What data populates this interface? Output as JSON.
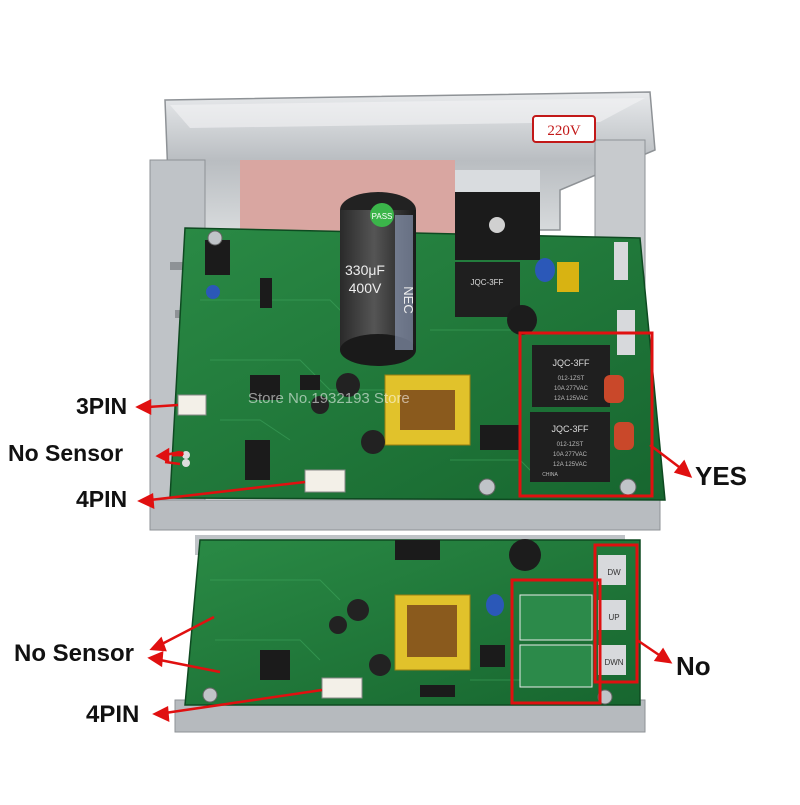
{
  "labels": {
    "pin3_top": "3PIN",
    "no_sensor_top": "No Sensor",
    "pin4_top": "4PIN",
    "yes": "YES",
    "no_sensor_bottom": "No Sensor",
    "pin4_bottom": "4PIN",
    "no": "No"
  },
  "board_markings": {
    "voltage_label": "220V",
    "capacitor_value": "330μF",
    "capacitor_voltage": "400V",
    "capacitor_brand": "NEC",
    "pass_sticker": "PASS",
    "relay_model": "JQC-3FF",
    "relay_spec_1": "012-1ZST",
    "relay_spec_2": "10A 277VAC",
    "relay_spec_3": "12A 125VAC",
    "relay_origin": "CHINA",
    "bottom_side_labels": [
      "DW",
      "UP",
      "DWN"
    ]
  },
  "watermark": "Store No.1932193 Store",
  "colors": {
    "highlight_box": "#e01010",
    "arrow": "#e01010",
    "pcb_green": "#1f7a3a",
    "heatsink": "#c9cccf"
  }
}
